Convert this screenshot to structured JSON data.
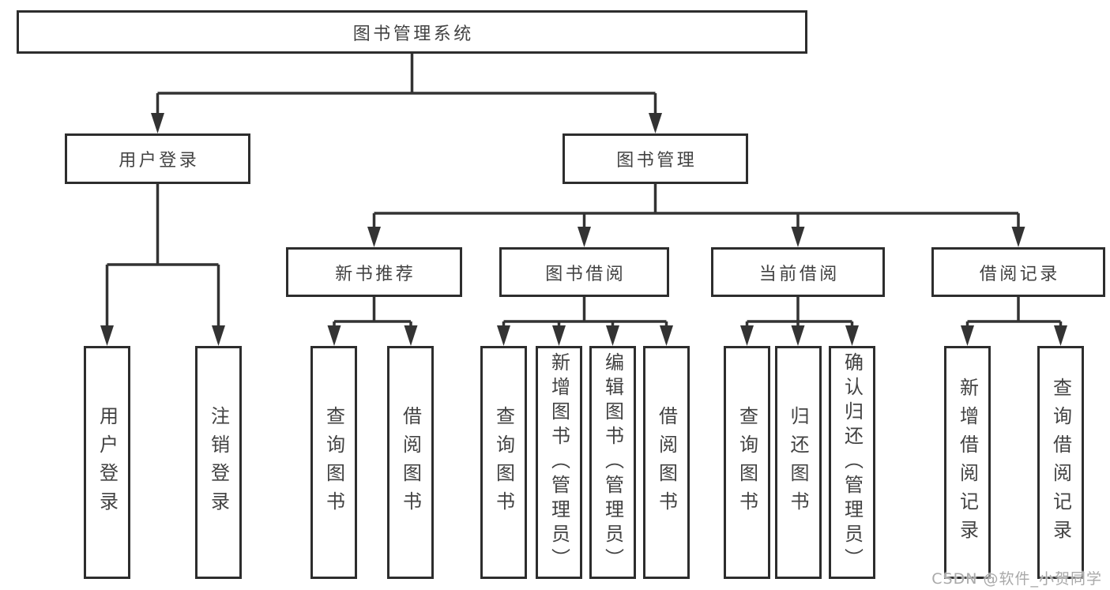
{
  "diagram_title": "图书管理系统",
  "nodes": {
    "root": "图书管理系统",
    "user_login": "用户登录",
    "book_mgmt": "图书管理",
    "new_book_rec": "新书推荐",
    "book_borrow": "图书借阅",
    "current_borrow": "当前借阅",
    "borrow_record": "借阅记录",
    "ul_login": "用户登录",
    "ul_logout": "注销登录",
    "rec_query": "查询图书",
    "rec_borrow": "借阅图书",
    "bb_query": "查询图书",
    "bb_add": "新增图书（管理员）",
    "bb_edit": "编辑图书（管理员）",
    "bb_borrow": "借阅图书",
    "cb_query": "查询图书",
    "cb_return": "归还图书",
    "cb_confirm": "确认归还（管理员）",
    "br_add": "新增借阅记录",
    "br_query": "查询借阅记录"
  },
  "watermark": "CSDN @软件_小贺同学",
  "colors": {
    "line": "#333333",
    "box_border": "#2d2d2d",
    "text": "#424242",
    "watermark": "#a9a9a9",
    "background": "#ffffff"
  }
}
